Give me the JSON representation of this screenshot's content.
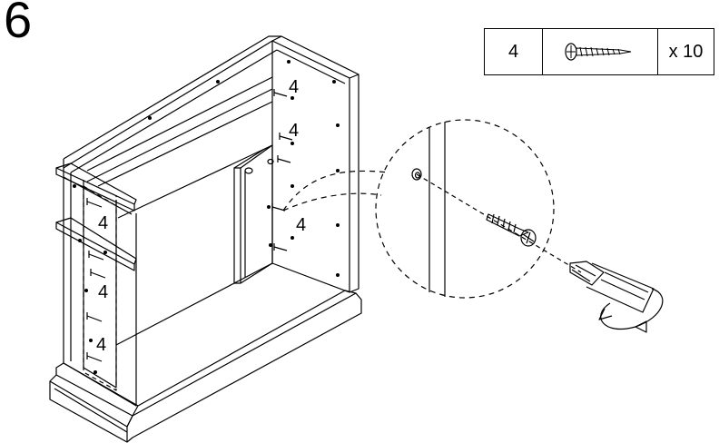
{
  "step": {
    "number": "6"
  },
  "parts": {
    "part_id": "4",
    "icon": "screw-icon",
    "quantity": "x 10"
  },
  "callouts": [
    "4",
    "4",
    "4",
    "4",
    "4",
    "4"
  ],
  "detail": {
    "tool_icon": "screwdriver-icon",
    "rotation_icon": "clockwise-arrow-icon"
  },
  "colors": {
    "line": "#000000",
    "background": "#ffffff"
  }
}
